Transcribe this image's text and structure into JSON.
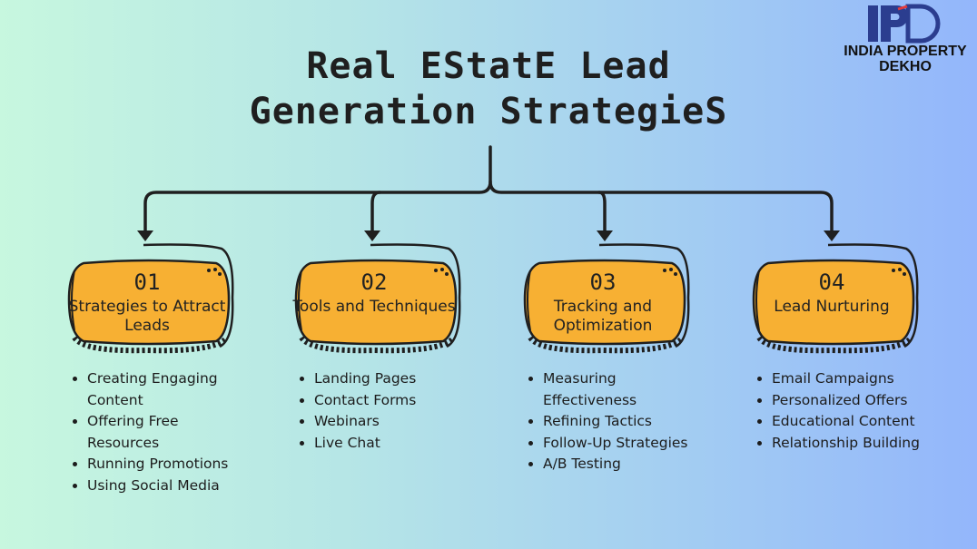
{
  "title": {
    "line1": "Real EStatE Lead",
    "line2": "Generation StrategieS"
  },
  "logo": {
    "mark": "IPD",
    "line1": "INDIA PROPERTY",
    "line2": "DEKHO"
  },
  "colors": {
    "card_fill": "#f7b033",
    "outline": "#1f1f1f"
  },
  "cards": [
    {
      "number": "01",
      "label": "Strategies to Attract Leads",
      "bullets": [
        "Creating Engaging Content",
        "Offering Free Resources",
        "Running Promotions",
        "Using Social Media"
      ]
    },
    {
      "number": "02",
      "label": "Tools and Techniques",
      "bullets": [
        "Landing Pages",
        "Contact Forms",
        "Webinars",
        "Live Chat"
      ]
    },
    {
      "number": "03",
      "label": "Tracking and Optimization",
      "bullets": [
        "Measuring Effectiveness",
        "Refining Tactics",
        "Follow-Up Strategies",
        "A/B Testing"
      ]
    },
    {
      "number": "04",
      "label": "Lead Nurturing",
      "bullets": [
        "Email Campaigns",
        "Personalized Offers",
        "Educational Content",
        "Relationship Building"
      ]
    }
  ]
}
